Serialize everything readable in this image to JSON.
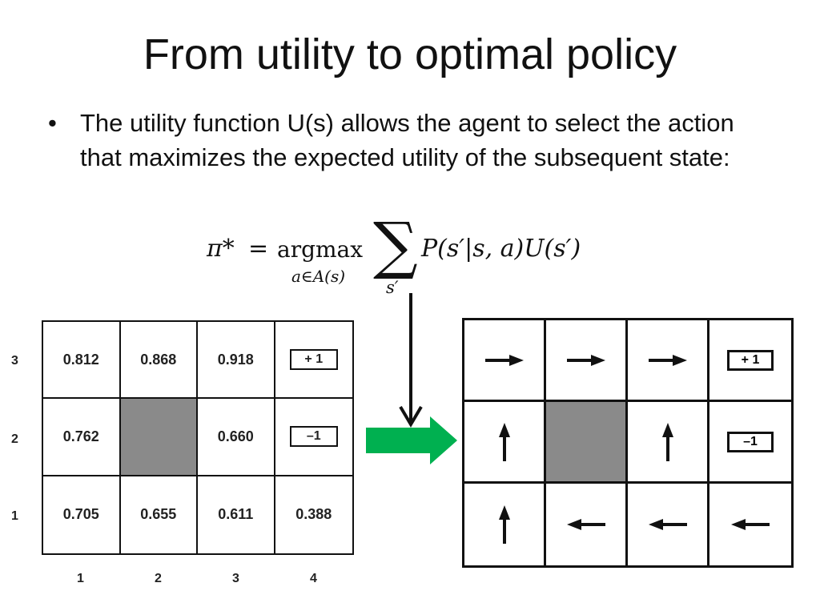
{
  "slide": {
    "title": "From utility to optimal policy",
    "bullet_marker": "•",
    "bullet_text": "The utility function U(s) allows the agent to select the action that maximizes the expected utility of the subsequent state:"
  },
  "formula": {
    "lhs": "π*",
    "equals": "=",
    "operator": "argmax",
    "operator_subscript": "a∈A(s)",
    "sum_symbol": "∑",
    "sum_subscript": "s′",
    "body": "P(s′|s, a)U(s′)"
  },
  "utility_grid": {
    "row_labels": [
      "3",
      "2",
      "1"
    ],
    "col_labels": [
      "1",
      "2",
      "3",
      "4"
    ],
    "rows": [
      [
        "0.812",
        "0.868",
        "0.918",
        "+ 1"
      ],
      [
        "0.762",
        "",
        "0.660",
        "–1"
      ],
      [
        "0.705",
        "0.655",
        "0.611",
        "0.388"
      ]
    ],
    "blocked_cell": [
      1,
      1
    ],
    "terminal_cells": [
      [
        0,
        3
      ],
      [
        1,
        3
      ]
    ]
  },
  "policy_grid": {
    "rows": [
      [
        "right",
        "right",
        "right",
        "+ 1"
      ],
      [
        "up",
        "blocked",
        "up",
        "–1"
      ],
      [
        "up",
        "left",
        "left",
        "left"
      ]
    ]
  },
  "colors": {
    "blocked": "#8a8a8a",
    "transition_arrow": "#00b050",
    "lines": "#111111"
  }
}
